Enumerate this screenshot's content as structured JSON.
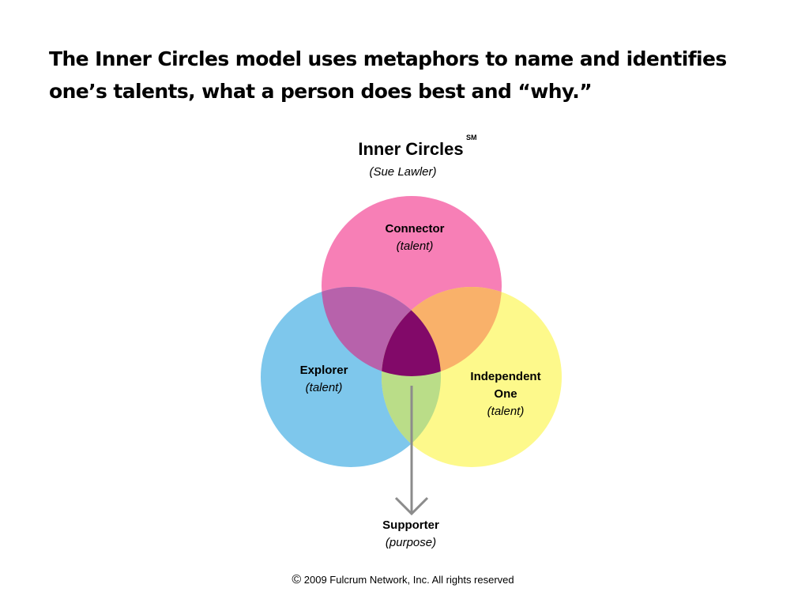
{
  "title": {
    "line1": "The Inner Circles model uses metaphors to name and identifies",
    "line2": "one’s talents, what a person does best and “why.”"
  },
  "diagram": {
    "heading": "Inner Circles",
    "service_mark": "SM",
    "author": "(Sue Lawler)",
    "circles": [
      {
        "name": "Connector",
        "role": "(talent)",
        "color": "#f77fb6"
      },
      {
        "name": "Explorer",
        "role": "(talent)",
        "color": "#7ec7ec"
      },
      {
        "name_line1": "Independent",
        "name_line2": "One",
        "role": "(talent)",
        "color": "#fdf98b"
      }
    ],
    "overlap_colors": {
      "connector_explorer": "#b762ab",
      "connector_independent": "#f9b16a",
      "explorer_independent": "#badd88",
      "center": "#820969"
    },
    "arrow_color": "#8c8c8c",
    "outcome": {
      "name": "Supporter",
      "role": "(purpose)"
    }
  },
  "footer": {
    "copyright_symbol": "©",
    "copyright_text": " 2009 Fulcrum Network, Inc. All rights reserved"
  }
}
